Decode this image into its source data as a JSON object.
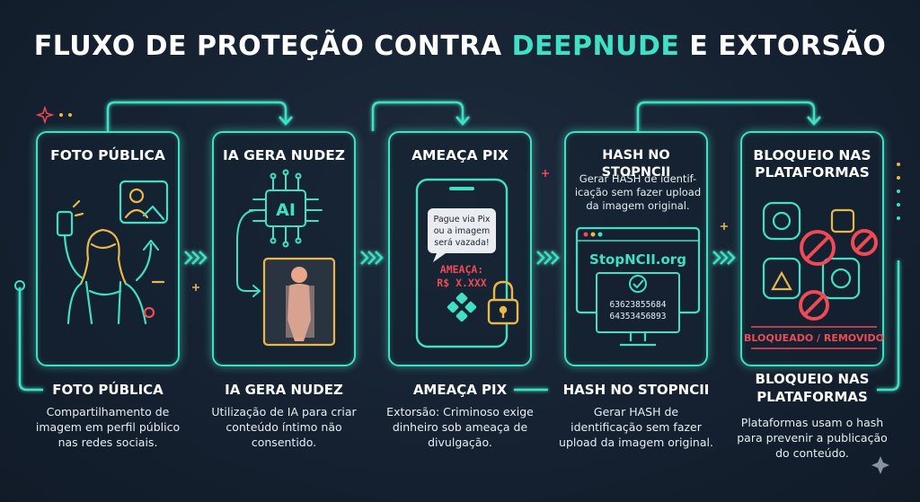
{
  "title": {
    "part1": "FLUXO DE PROTEÇÃO CONTRA ",
    "highlight": "DEEPNUDE",
    "part2": " E EXTORSÃO"
  },
  "colors": {
    "accent": "#3fe0c5",
    "background": "#152131",
    "warning": "#e8b84a",
    "danger": "#ef4a55",
    "text": "#ffffff"
  },
  "steps": [
    {
      "card_title": "FOTO PÚBLICA",
      "caption_title": "FOTO PÚBLICA",
      "caption_desc": "Compartilhamento de imagem em perfil público nas redes sociais."
    },
    {
      "card_title": "IA GERA NUDEZ",
      "chip_label": "AI",
      "caption_title": "IA GERA NUDEZ",
      "caption_desc": "Utilização de IA para criar conteúdo íntimo não consentido."
    },
    {
      "card_title": "AMEAÇA PIX",
      "bubble_line1": "Pague via Pix",
      "bubble_line2": "ou a imagem",
      "bubble_line3": "será vazada!",
      "threat_line1": "AMEAÇA:",
      "threat_line2": "R$ X.XXX",
      "caption_title": "AMEAÇA PIX",
      "caption_desc": "Extorsão: Criminoso exige dinheiro sob ameaça de divulgação."
    },
    {
      "card_title": "HASH NO STOPNCII",
      "card_desc": "Gerar HASH de identif-icação sem fazer upload da imagem original.",
      "site_name": "StopNCII.org",
      "hash_line1": "63623855684",
      "hash_line2": "64353456893",
      "caption_title": "HASH NO STOPNCII",
      "caption_desc": "Gerar HASH de identificação sem fazer upload da imagem original."
    },
    {
      "card_title_line1": "BLOQUEIO NAS",
      "card_title_line2": "PLATAFORMAS",
      "blocked_label": "BLOQUEADO / REMOVIDO",
      "caption_title_line1": "BLOQUEIO NAS",
      "caption_title_line2": "PLATAFORMAS",
      "caption_desc": "Plataformas usam o hash para prevenir a publicação do conteúdo."
    }
  ]
}
